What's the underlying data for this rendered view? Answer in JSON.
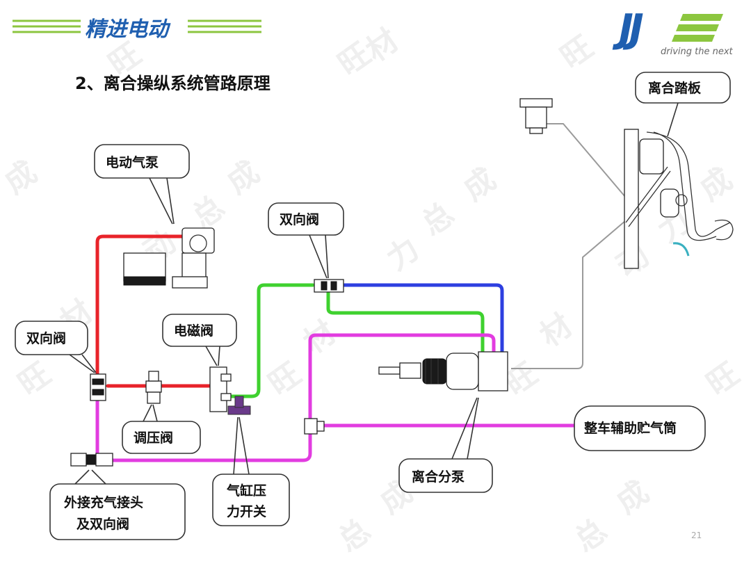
{
  "header": {
    "brand_text": "精进电动",
    "section_title": "2、离合操纵系统管路原理"
  },
  "logo": {
    "text": "JJE",
    "tagline": "driving the next",
    "colors": {
      "blue": "#1f5fb0",
      "green": "#8cc63f"
    }
  },
  "watermark": {
    "chars": [
      "旺",
      "材",
      "动",
      "力",
      "总",
      "成"
    ]
  },
  "labels": {
    "clutch_pedal": "离合踏板",
    "electric_air_pump": "电动气泵",
    "two_way_valve_top": "双向阀",
    "two_way_valve_left": "双向阀",
    "solenoid_valve": "电磁阀",
    "pressure_regulator": "调压阀",
    "vehicle_air_tank": "整车辅助贮气筒",
    "clutch_slave_cylinder": "离合分泵",
    "cylinder_pressure_switch_line1": "气缸压",
    "cylinder_pressure_switch_line2": "力开关",
    "external_connector_line1": "外接充气接头",
    "external_connector_line2": "及双向阀"
  },
  "pipe_colors": {
    "red": "#e8232a",
    "green": "#3fd12f",
    "blue": "#2d3fe0",
    "magenta": "#e23ce0",
    "grey": "#9a9a9a"
  },
  "page_number": "21"
}
